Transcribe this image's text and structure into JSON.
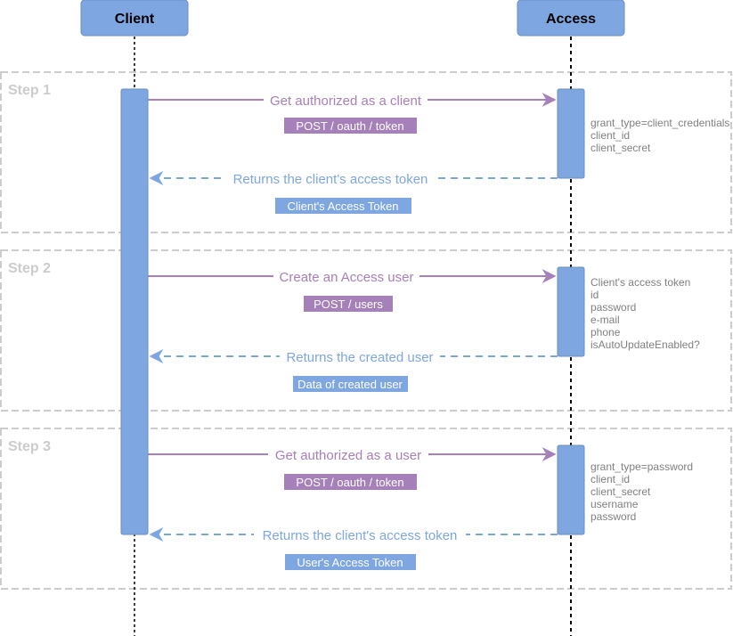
{
  "participants": {
    "client": "Client",
    "access": "Access"
  },
  "steps": [
    {
      "title": "Step 1",
      "request": {
        "label": "Get authorized as a client",
        "endpoint": "POST / oauth / token"
      },
      "params": [
        "grant_type=client_credentials",
        "client_id",
        "client_secret"
      ],
      "response": {
        "label": "Returns the client's access token",
        "result": "Client's Access Token"
      }
    },
    {
      "title": "Step 2",
      "request": {
        "label": "Create an Access user",
        "endpoint": "POST / users"
      },
      "params": [
        "Client's access token",
        "id",
        "password",
        "e-mail",
        "phone",
        "isAutoUpdateEnabled?"
      ],
      "response": {
        "label": "Returns the created user",
        "result": "Data of created user"
      }
    },
    {
      "title": "Step 3",
      "request": {
        "label": "Get authorized as a user",
        "endpoint": "POST / oauth / token"
      },
      "params": [
        "grant_type=password",
        "client_id",
        "client_secret",
        "username",
        "password"
      ],
      "response": {
        "label": "Returns the client's access token",
        "result": "User's Access Token"
      }
    }
  ],
  "colors": {
    "participant_fill": "#7EA6E0",
    "participant_stroke": "#6C8EBF",
    "request": "#A680B8",
    "response": "#7EA6E0",
    "step_border": "#CCCCCC",
    "step_title": "#CCCCCC",
    "params_text": "#808080"
  }
}
